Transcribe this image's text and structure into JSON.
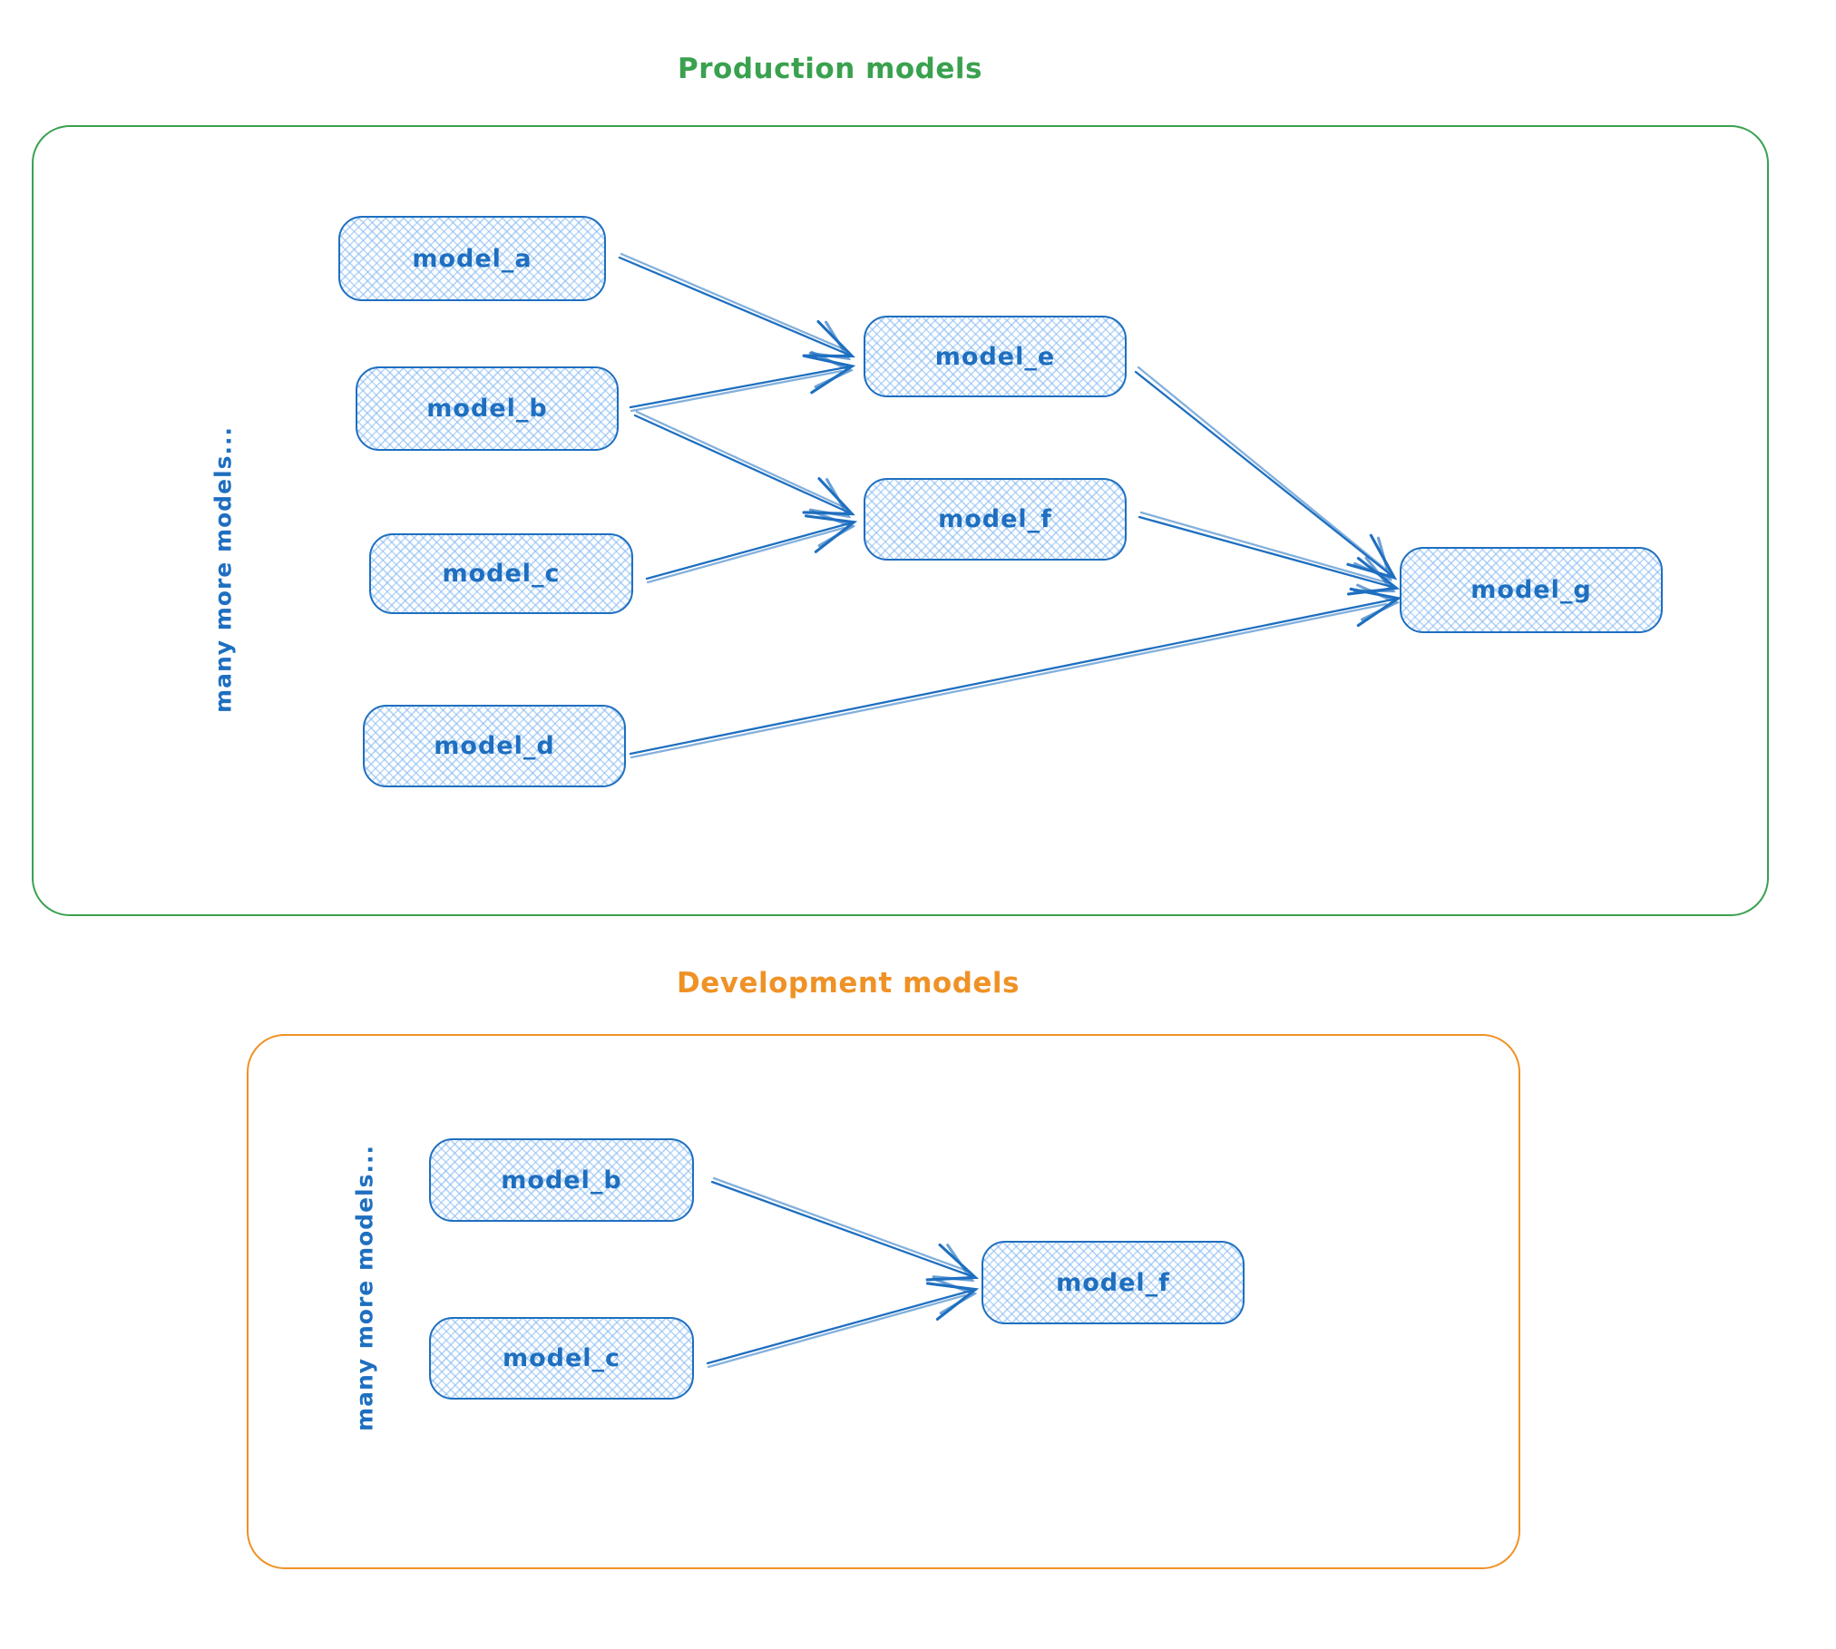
{
  "colors": {
    "node_stroke": "#1e6fc0",
    "node_fill_hatch": "#a9d0f5",
    "production_frame": "#3aa14f",
    "development_frame": "#ef9226"
  },
  "production": {
    "title": "Production models",
    "side_label": "many more models...",
    "nodes": [
      {
        "id": "model_a",
        "label": "model_a"
      },
      {
        "id": "model_b",
        "label": "model_b"
      },
      {
        "id": "model_c",
        "label": "model_c"
      },
      {
        "id": "model_d",
        "label": "model_d"
      },
      {
        "id": "model_e",
        "label": "model_e"
      },
      {
        "id": "model_f",
        "label": "model_f"
      },
      {
        "id": "model_g",
        "label": "model_g"
      }
    ],
    "edges": [
      {
        "from": "model_a",
        "to": "model_e"
      },
      {
        "from": "model_b",
        "to": "model_e"
      },
      {
        "from": "model_b",
        "to": "model_f"
      },
      {
        "from": "model_c",
        "to": "model_f"
      },
      {
        "from": "model_e",
        "to": "model_g"
      },
      {
        "from": "model_f",
        "to": "model_g"
      },
      {
        "from": "model_d",
        "to": "model_g"
      }
    ]
  },
  "development": {
    "title": "Development models",
    "side_label": "many more models...",
    "nodes": [
      {
        "id": "model_b",
        "label": "model_b"
      },
      {
        "id": "model_c",
        "label": "model_c"
      },
      {
        "id": "model_f",
        "label": "model_f"
      }
    ],
    "edges": [
      {
        "from": "model_b",
        "to": "model_f"
      },
      {
        "from": "model_c",
        "to": "model_f"
      }
    ]
  }
}
